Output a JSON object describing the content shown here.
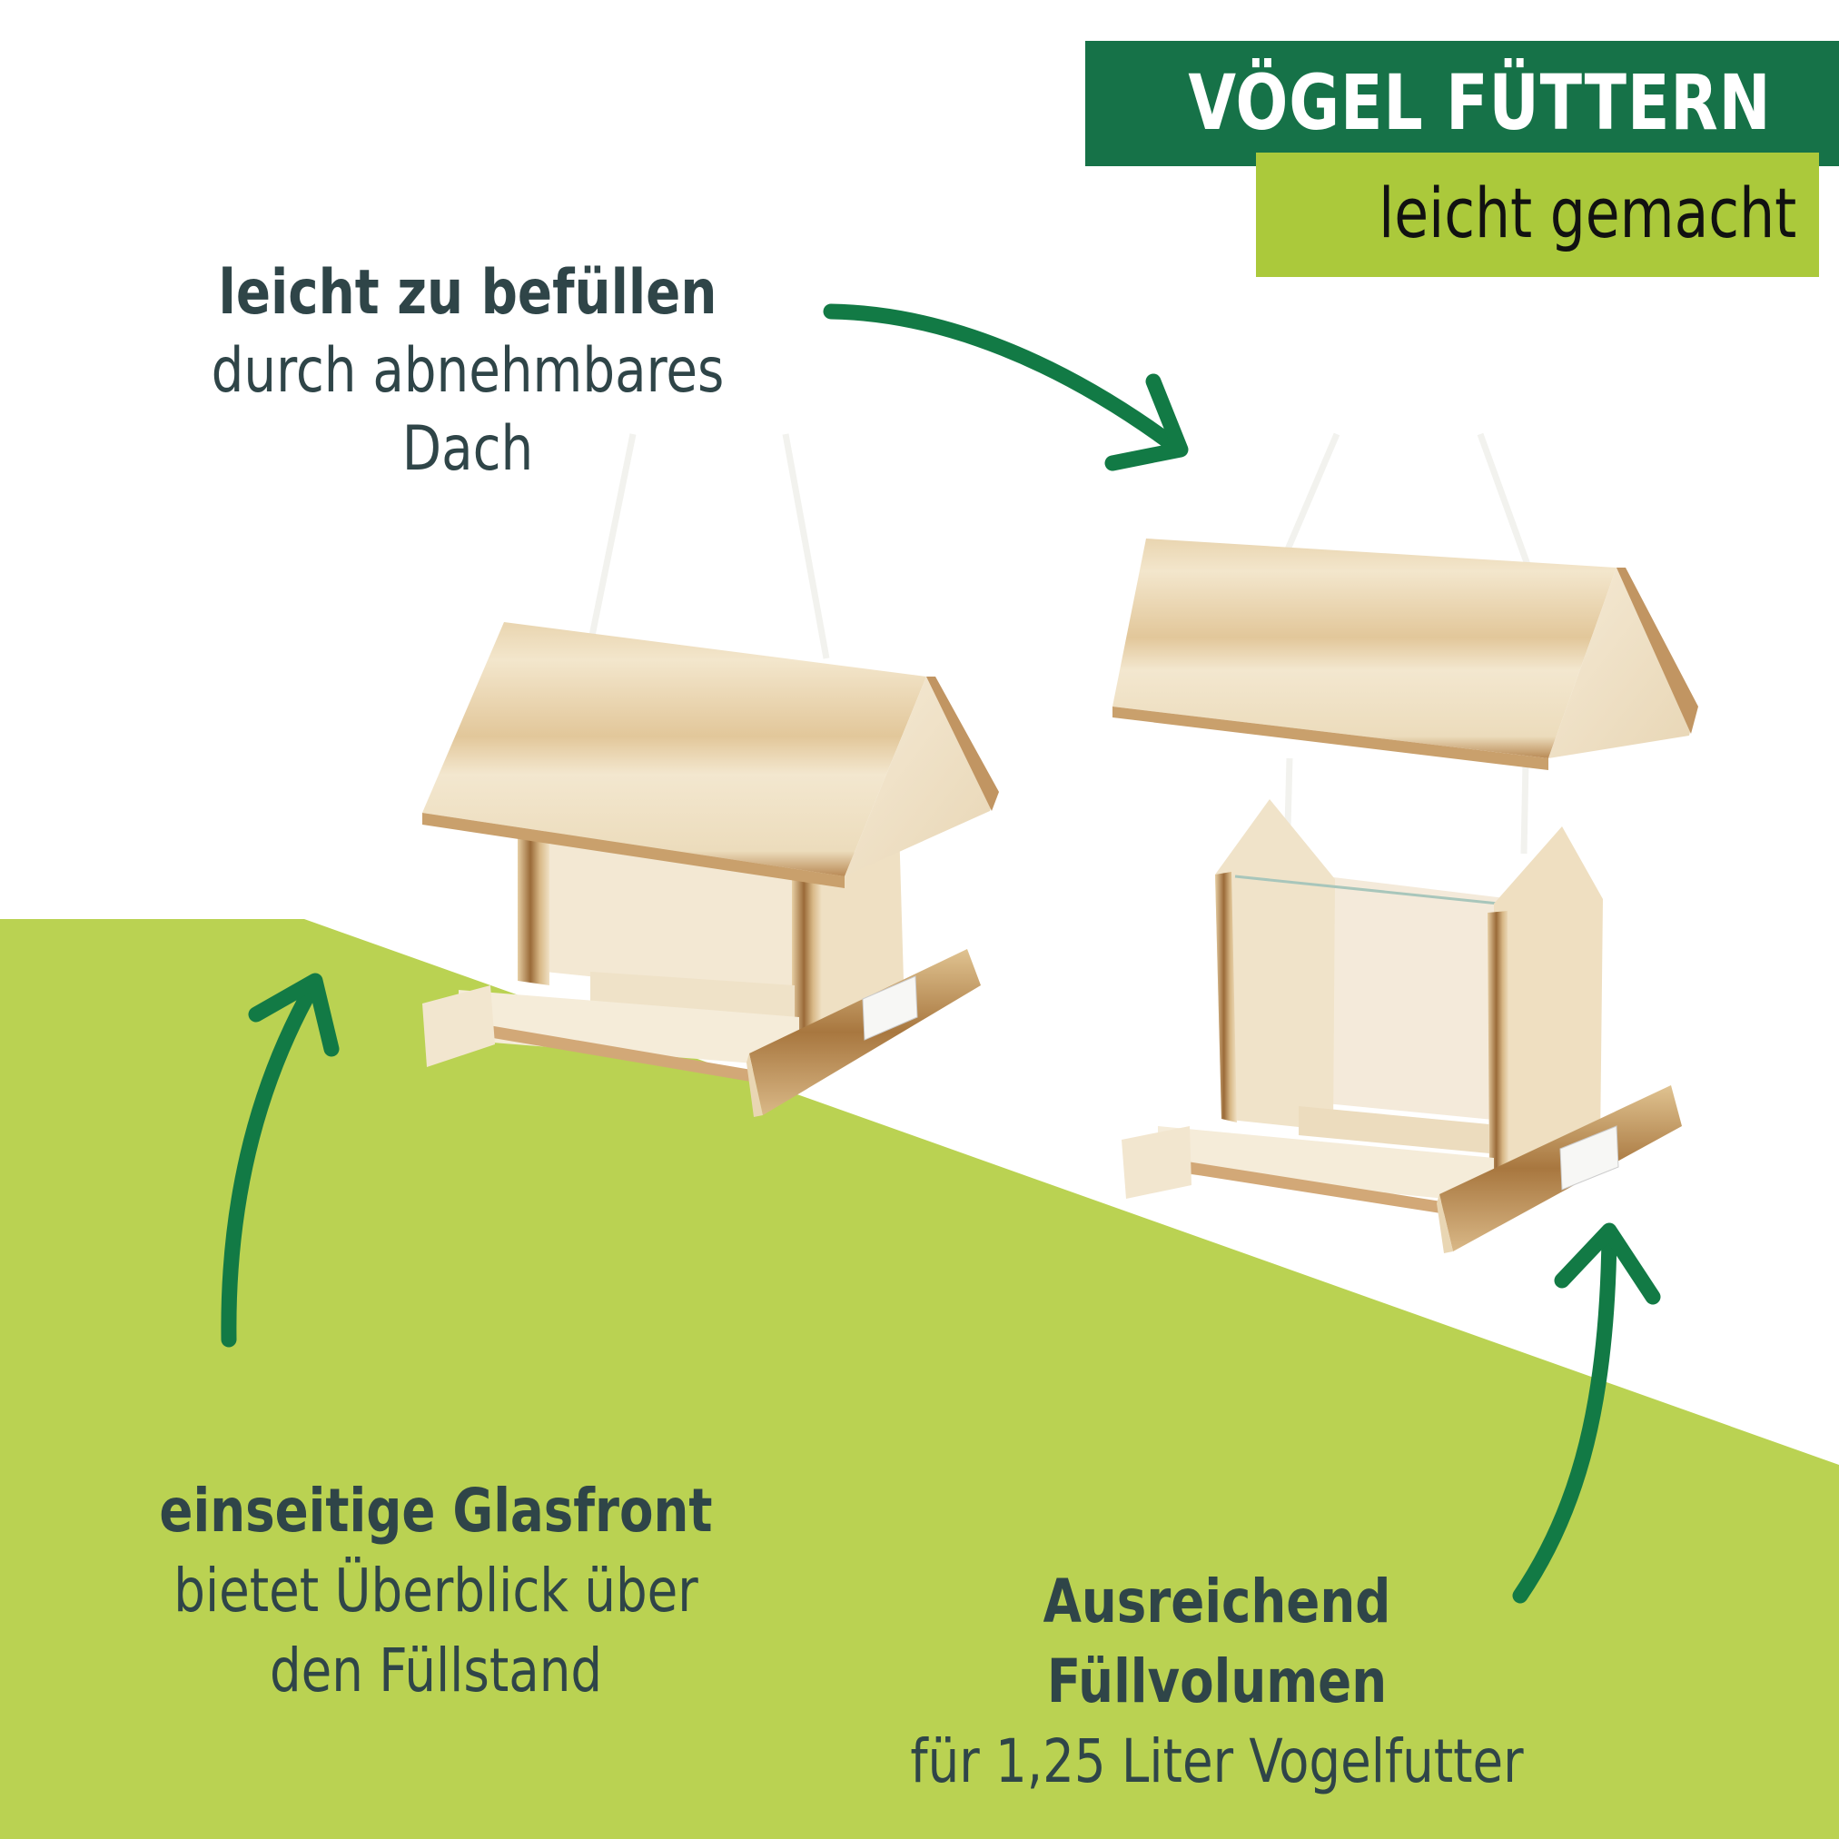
{
  "header": {
    "title": "VÖGEL FÜTTERN",
    "subtitle": "leicht gemacht"
  },
  "features": [
    {
      "id": "fill",
      "title": "leicht zu befüllen",
      "lines": [
        "durch abnehmbares",
        "Dach"
      ]
    },
    {
      "id": "glass",
      "title": "einseitige Glasfront",
      "lines": [
        "bietet Überblick über",
        "den Füllstand"
      ]
    },
    {
      "id": "volume",
      "title_lines": [
        "Ausreichend",
        "Füllvolumen"
      ],
      "lines": [
        "für 1,25 Liter Vogelfutter"
      ]
    }
  ],
  "colors": {
    "dark_green": "#167248",
    "light_green": "#abc93b",
    "background_green": "#bad252",
    "arrow_green": "#127a45",
    "text_dark": "#2f4548",
    "wood_light": "#f1e4cb",
    "wood_burnt": "#a0703a"
  },
  "images": [
    {
      "name": "bird-feeder-assembled",
      "description": "wooden bird feeder with roof attached"
    },
    {
      "name": "bird-feeder-roof-lifted",
      "description": "wooden bird feeder with roof lifted off showing glass front"
    }
  ]
}
